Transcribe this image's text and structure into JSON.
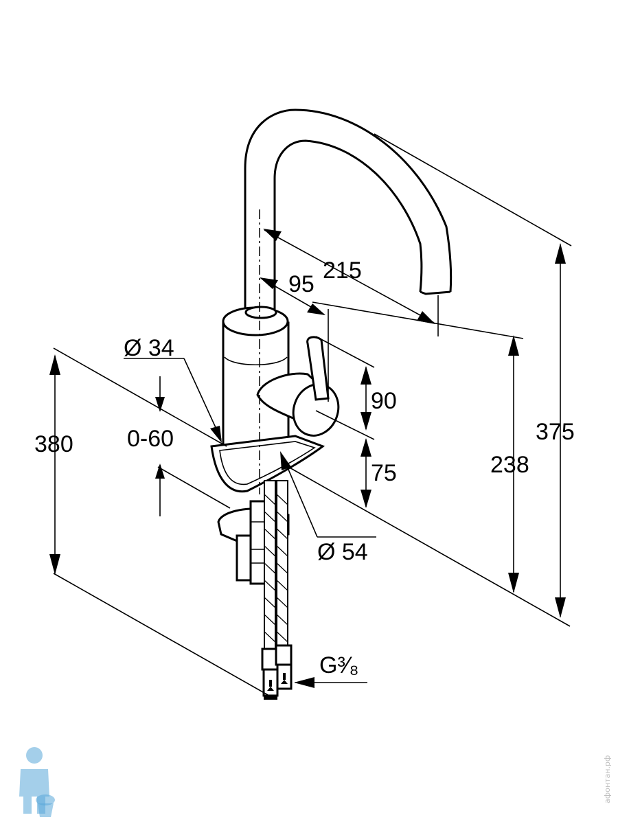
{
  "dimensions": {
    "reach_total": "215",
    "reach_handle": "95",
    "diameter_body": "Ø 34",
    "deck_thickness": "0-60",
    "under_length": "380",
    "handle_height": "90",
    "body_height": "75",
    "diameter_base": "Ø 54",
    "spout_height": "238",
    "total_height": "375",
    "connection_thread": "G³⁄₈"
  },
  "watermark": {
    "side_text": "афонтан.рф",
    "logo_icon": "plumber-mascot-icon"
  }
}
